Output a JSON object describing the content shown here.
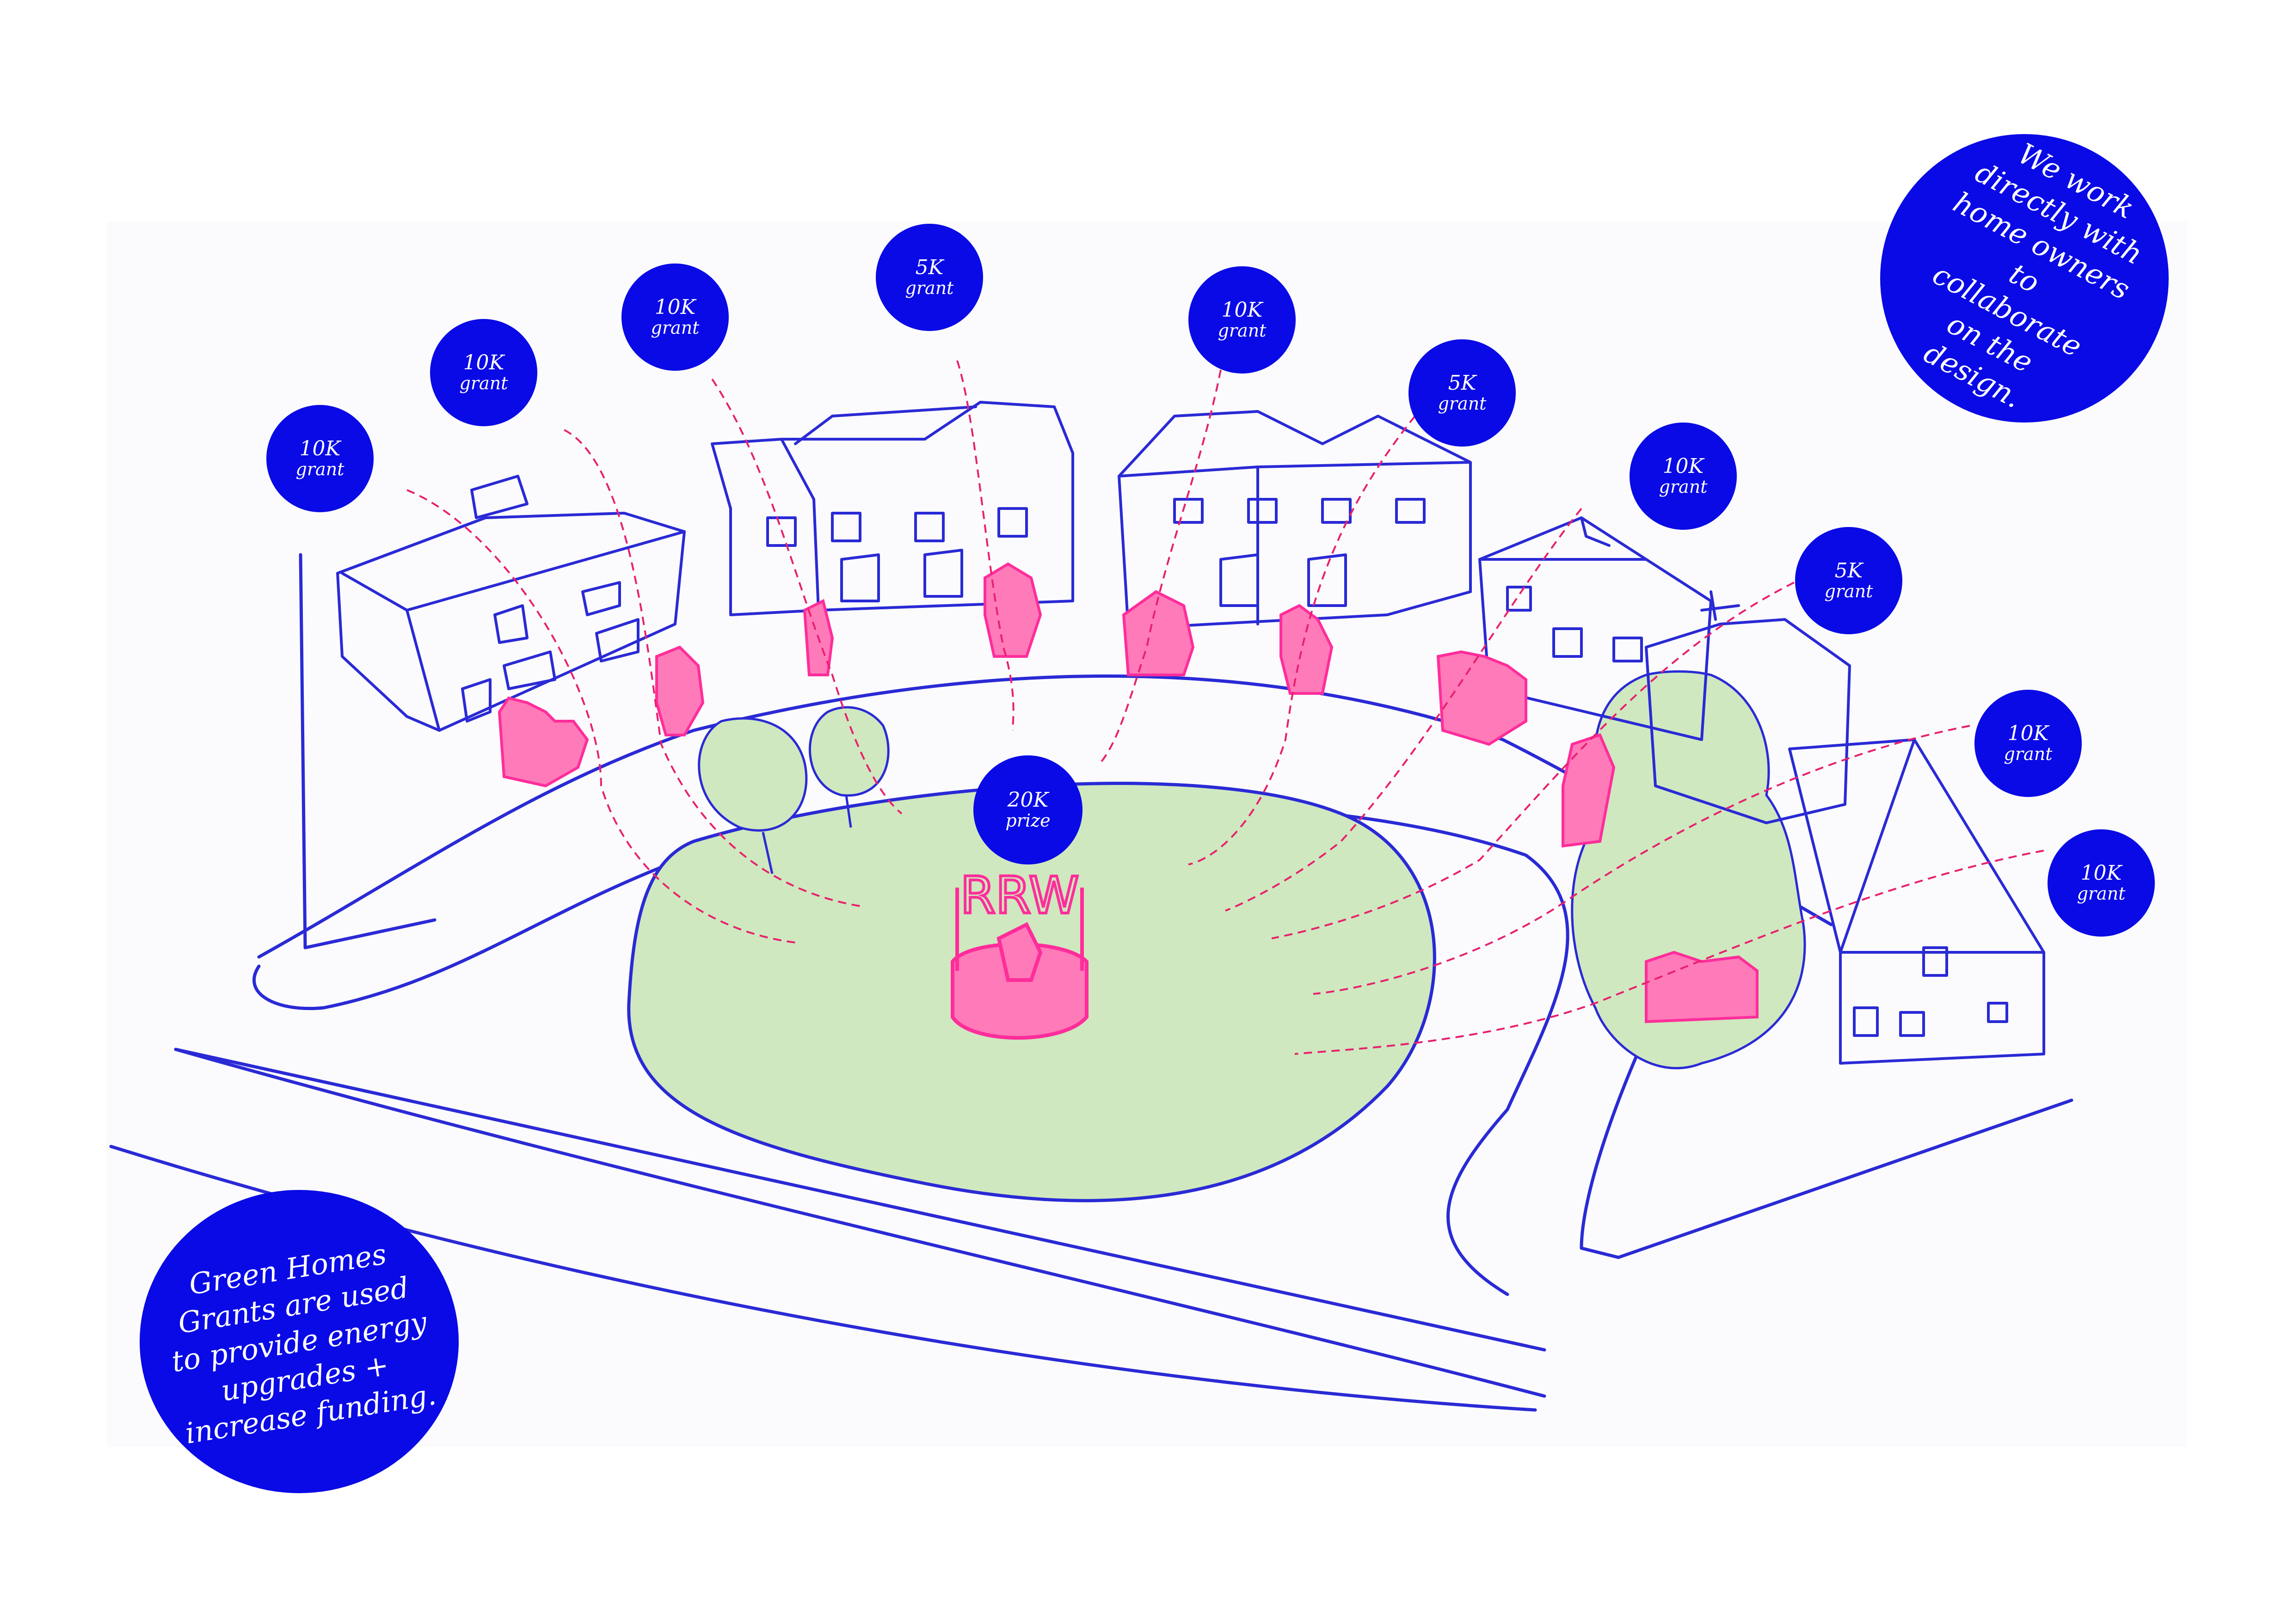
{
  "badges": [
    {
      "amount": "10K",
      "kind": "grant"
    },
    {
      "amount": "10K",
      "kind": "grant"
    },
    {
      "amount": "10K",
      "kind": "grant"
    },
    {
      "amount": "5K",
      "kind": "grant"
    },
    {
      "amount": "10K",
      "kind": "grant"
    },
    {
      "amount": "5K",
      "kind": "grant"
    },
    {
      "amount": "10K",
      "kind": "grant"
    },
    {
      "amount": "5K",
      "kind": "grant"
    },
    {
      "amount": "10K",
      "kind": "grant"
    },
    {
      "amount": "10K",
      "kind": "grant"
    }
  ],
  "prize": {
    "amount": "20K",
    "kind": "prize"
  },
  "notes": {
    "top_right": "We work directly with home owners to collaborate on the design.",
    "bottom_left": "Green Homes Grants are used to provide energy upgrades + increase funding."
  },
  "sign_text": "RRW",
  "colors": {
    "ink": "#2a2ad6",
    "badge": "#0a0ae6",
    "pink": "#ff2d9b",
    "green": "#cfe8bf"
  }
}
